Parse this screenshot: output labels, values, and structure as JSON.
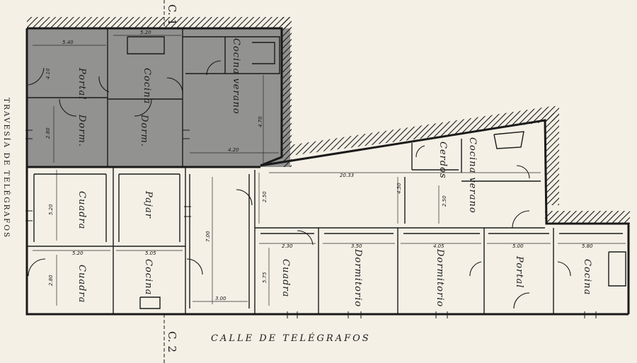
{
  "colors": {
    "paper": "#f4f0e6",
    "ink": "#1a1a1a",
    "shaded_zone": "#8c8c8c"
  },
  "street": "CALLE DE TELÉGRAFOS",
  "side_street": "TRAVESÍA DE TELÉGRAFOS",
  "section_marks": {
    "top": "C. 1",
    "bottom": "C. 2"
  },
  "rooms": {
    "portal_a": "Portal",
    "cocina_a": "Cocina",
    "cocina_verano_a": "Cocina verano",
    "dorm_a": "Dorm.",
    "dorm_b": "Dorm.",
    "cuadra_a": "Cuadra",
    "pajar": "Pajar",
    "cuadra_b": "Cuadra",
    "cocina_b": "Cocina",
    "cerdos": "Cerdos",
    "cocina_verano_b": "Cocina verano",
    "cuadra_c": "Cuadra",
    "dormitorio_a": "Dormitorio",
    "dormitorio_b": "Dormitorio",
    "portal_b": "Portal",
    "cocina_c": "Cocina"
  },
  "dims": {
    "d1": "5.40",
    "d2": "5.20",
    "d3": "4.20",
    "d4": "2.80",
    "d5": "4.70",
    "d6": "4.10",
    "d7": "5.20",
    "d8": "5.20",
    "d9": "5.05",
    "d10": "2.80",
    "d11": "7.00",
    "d12": "3.00",
    "d13": "20.33",
    "d14": "2.50",
    "d15": "4.50",
    "d16": "2.50",
    "d17": "2.30",
    "d18": "3.50",
    "d19": "4.05",
    "d20": "5.00",
    "d21": "5.80",
    "d22": "5.75"
  }
}
